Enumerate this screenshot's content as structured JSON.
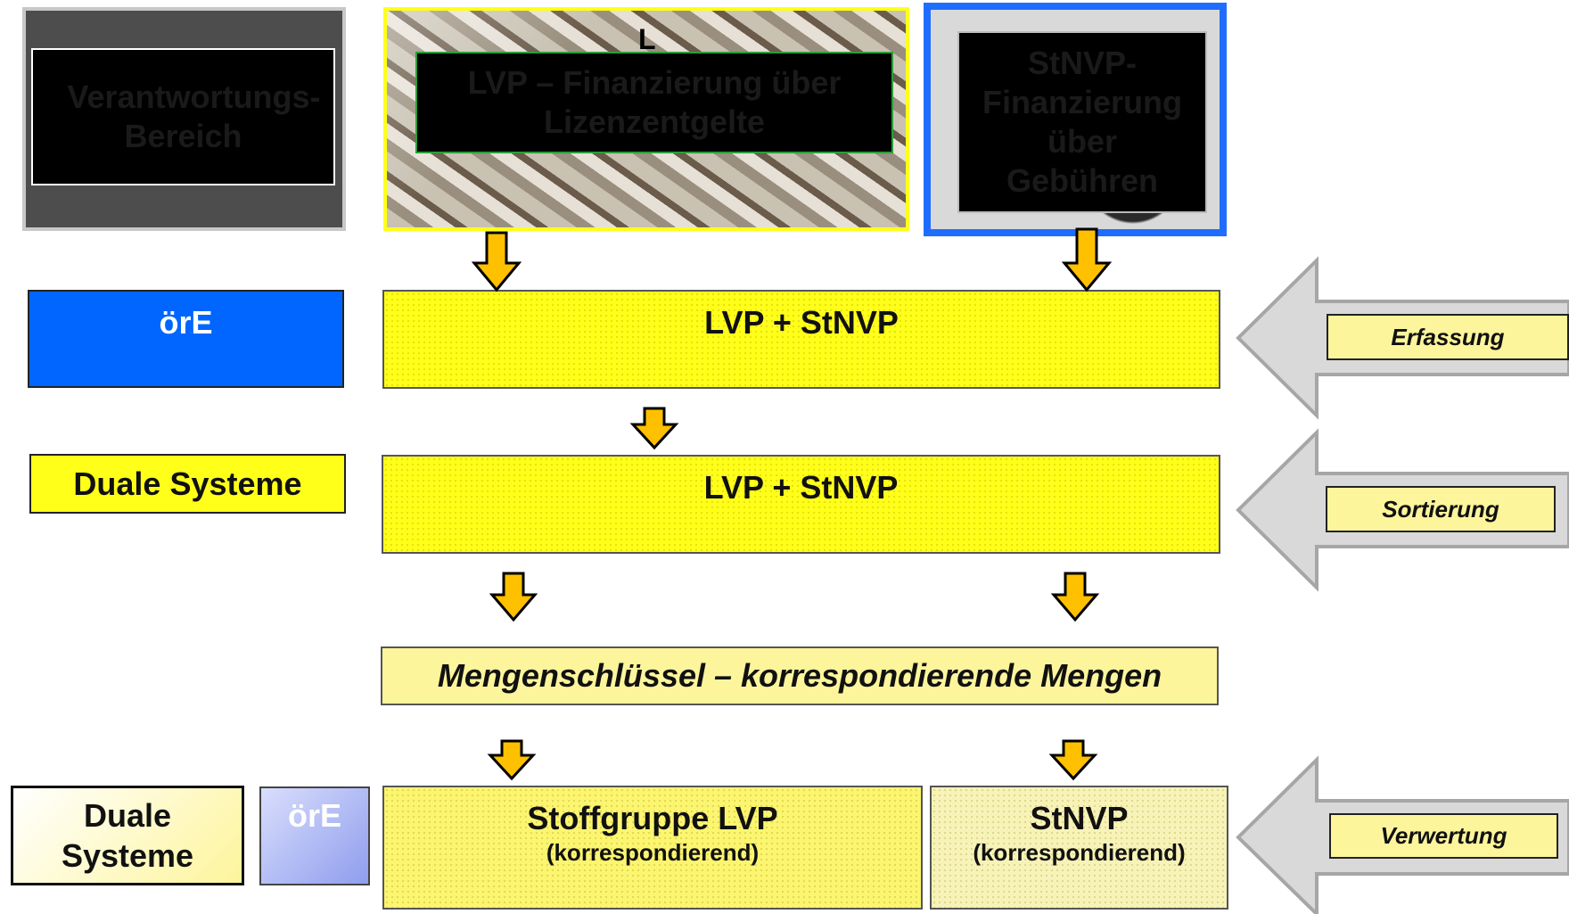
{
  "header": {
    "responsibility": "Verantwortungs-Bereich",
    "lvp_financing": "LVP – Finanzierung über Lizenzentgelte",
    "lvp_stray_char": "L",
    "stnvp_financing": "StNVP-Finanzierung über Gebühren"
  },
  "rows": {
    "collection": {
      "actor": "örE",
      "content": "LVP + StNVP",
      "stage": "Erfassung"
    },
    "sorting": {
      "actor": "Duale Systeme",
      "content": "LVP + StNVP",
      "stage": "Sortierung"
    },
    "key": {
      "content": "Mengenschlüssel – korrespondierende Mengen"
    },
    "recycling": {
      "actor1": "Duale Systeme",
      "actor2": "örE",
      "lvp_title": "Stoffgruppe LVP",
      "lvp_sub": "(korrespondierend)",
      "stnvp_title": "StNVP",
      "stnvp_sub": "(korrespondierend)",
      "stage": "Verwertung"
    }
  },
  "colors": {
    "blue": "#0066ff",
    "yellow": "#ffff1a",
    "arrow_fill": "#ffc000",
    "light_yellow": "#fdf59b",
    "gray_arrow": "#d9d9d9"
  },
  "icons": [
    "down-arrow-icon",
    "left-arrow-icon"
  ]
}
